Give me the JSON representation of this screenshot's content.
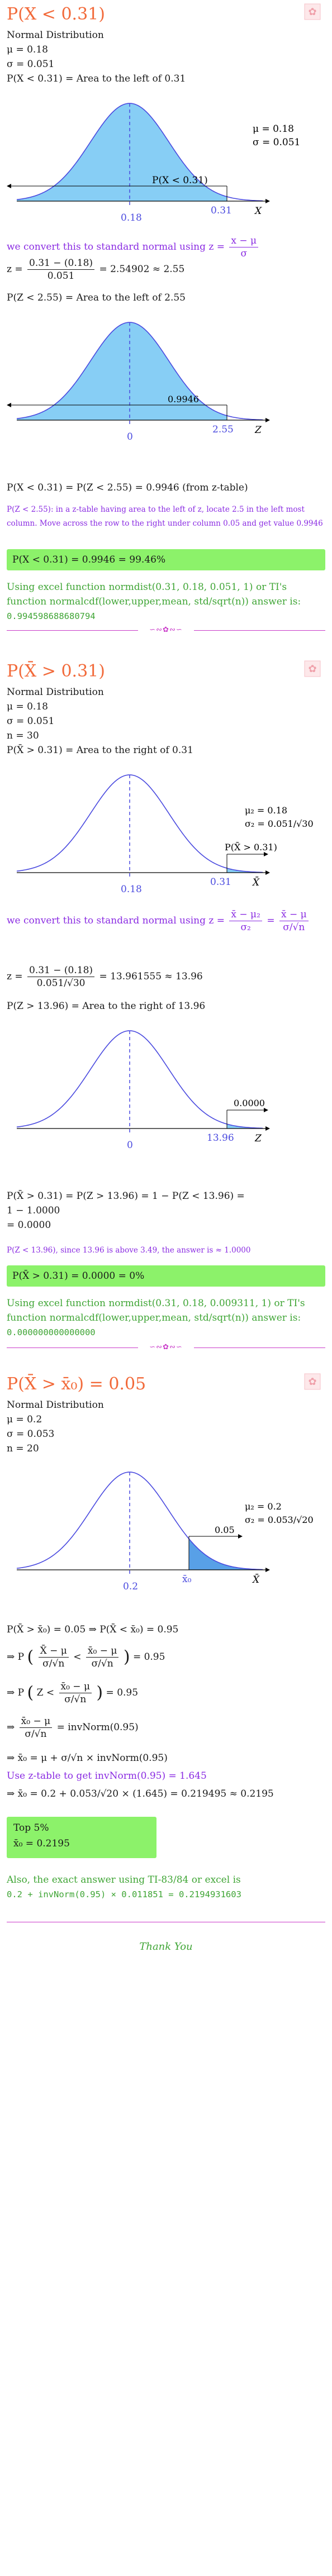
{
  "colors": {
    "heading": "#f26a3a",
    "purple": "#8a2be2",
    "green": "#3fa535",
    "highlight": "#8cf26a",
    "curve": "#4a4adf",
    "shade": "#87cef5"
  },
  "icons": {
    "corner": "ornament-icon"
  },
  "s1": {
    "title": "P(X < 0.31)",
    "dist_label": "Normal Distribution",
    "mu": "μ = 0.18",
    "sigma": "σ = 0.051",
    "area_text": "P(X < 0.31) = Area to the left of 0.31",
    "g1": {
      "mu": "μ = 0.18",
      "sigma": "σ = 0.051",
      "label": "P(X < 0.31)",
      "tick_right": "0.31",
      "tick_mid": "0.18",
      "axis": "X"
    },
    "convert_text": "we convert this to standard normal using",
    "convert_formula_lhs": "z =",
    "convert_formula_num": "x − μ",
    "convert_formula_den": "σ",
    "z_calc_num": "0.31 − (0.18)",
    "z_calc_den": "0.051",
    "z_calc_result": "= 2.54902 ≈ 2.55",
    "z_area_text": "P(Z < 2.55) = Area to the left of 2.55",
    "g2": {
      "label": "0.9946",
      "tick_right": "2.55",
      "tick_mid": "0",
      "axis": "Z"
    },
    "final_eq": "P(X < 0.31) = P(Z < 2.55) = 0.9946 (from z-table)",
    "note": "P(Z < 2.55): in a z-table having area to the left of z, locate 2.5 in the left most column. Move across the row to the right under column 0.05 and get value 0.9946",
    "result": "P(X < 0.31) = 0.9946 = 99.46%",
    "excel_text": "Using excel function normdist(0.31, 0.18, 0.051, 1) or TI's function normalcdf(lower,upper,mean, std/sqrt(n)) answer is:",
    "excel_value": "0.994598688680794"
  },
  "s2": {
    "title": "P(X̄ > 0.31)",
    "dist_label": "Normal Distribution",
    "mu": "μ = 0.18",
    "sigma": "σ = 0.051",
    "n": "n = 30",
    "area_text": "P(X̄ > 0.31) = Area to the right of 0.31",
    "g1": {
      "mu": "μ₂ = 0.18",
      "sigma": "σ₂ = 0.051/√30",
      "label": "P(X̄ > 0.31)",
      "tick_right": "0.31",
      "tick_mid": "0.18",
      "axis": "X̄"
    },
    "convert_text": "we convert this to standard normal using z =",
    "convert_formula_num": "x̄ − μ₂",
    "convert_formula_den": "σ₂",
    "convert_eq2_num": "x̄ − μ",
    "convert_eq2_den": "σ/√n",
    "z_calc_num": "0.31 − (0.18)",
    "z_calc_den": "0.051/√30",
    "z_calc_result": "= 13.961555 ≈ 13.96",
    "z_area_text": "P(Z > 13.96) = Area to the right of 13.96",
    "g2": {
      "label": "0.0000",
      "tick_right": "13.96",
      "tick_mid": "0",
      "axis": "Z"
    },
    "final_eq_1": "P(X̄ > 0.31) = P(Z > 13.96) = 1 − P(Z < 13.96) =",
    "final_eq_2": "1 − 1.0000",
    "final_eq_3": "= 0.0000",
    "note": "P(Z < 13.96), since 13.96 is above 3.49, the answer is ≈ 1.0000",
    "result": "P(X̄ > 0.31) = 0.0000 = 0%",
    "excel_text": "Using excel function normdist(0.31, 0.18, 0.009311, 1) or TI's function normalcdf(lower,upper,mean, std/sqrt(n)) answer is:",
    "excel_value": "0.000000000000000"
  },
  "s3": {
    "title": "P(X̄ > x̄₀) = 0.05",
    "dist_label": "Normal Distribution",
    "mu": "μ = 0.2",
    "sigma": "σ = 0.053",
    "n": "n = 20",
    "g1": {
      "mu": "μ₂ = 0.2",
      "sigma": "σ₂ = 0.053/√20",
      "label": "0.05",
      "tick_right": "x̄₀",
      "tick_mid": "0.2",
      "axis": "X̄"
    },
    "eq1": "P(X̄ > x̄₀) = 0.05 ⇒ P(X̄ < x̄₀) = 0.95",
    "eq2_pre": "⇒ P",
    "eq2_n1": "X̄ − μ",
    "eq2_d1": "σ/√n",
    "eq2_lt": "<",
    "eq2_n2": "x̄₀ − μ",
    "eq2_d2": "σ/√n",
    "eq2_post": "= 0.95",
    "eq3_pre": "⇒ P",
    "eq3_z": "Z <",
    "eq3_n": "x̄₀ − μ",
    "eq3_d": "σ/√n",
    "eq3_post": "= 0.95",
    "eq4_pre": "⇒",
    "eq4_n": "x̄₀ − μ",
    "eq4_d": "σ/√n",
    "eq4_post": "= invNorm(0.95)",
    "eq5": "⇒ x̄₀ = μ + σ/√n × invNorm(0.95)",
    "ztable": "Use z-table to get invNorm(0.95) = 1.645",
    "eq6": "⇒ x̄₀ = 0.2 + 0.053/√20 × (1.645) = 0.219495 ≈ 0.2195",
    "top5_title": "Top 5%",
    "top5_value": "x̄₀ = 0.2195",
    "excel_text": "Also, the exact answer using TI-83/84 or excel is",
    "excel_formula": "0.2 + invNorm(0.95) × 0.011851 = 0.2194931603"
  },
  "divider_ornament": "∽∾✿∾∽",
  "thanks": "Thank You"
}
